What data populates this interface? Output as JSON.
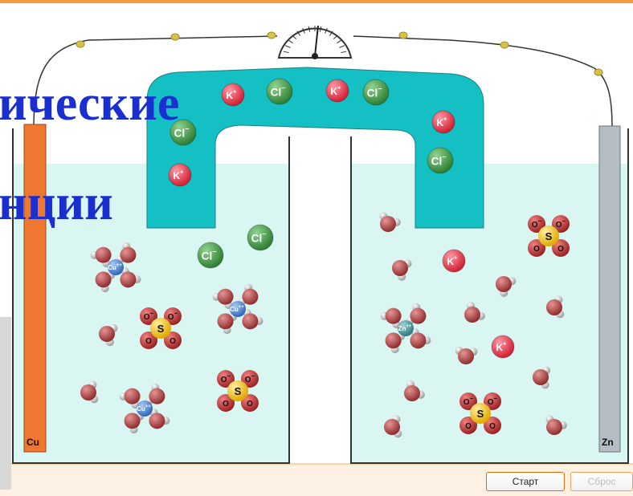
{
  "overlay": {
    "line1": "ические",
    "line2": "нции"
  },
  "electrodes": {
    "left": "Cu",
    "right": "Zn"
  },
  "ions": {
    "cl": "Cl",
    "k": "K",
    "cu": "Cu",
    "zn": "Zn",
    "s": "S",
    "o": "O",
    "minus": "−",
    "plus": "+",
    "plusplus": "++"
  },
  "buttons": {
    "start": "Старт",
    "reset": "Сброс"
  },
  "colors": {
    "bridge": "#15c0c4",
    "solution": "#d9f6f2",
    "copper": "#f0772f",
    "zinc": "#b4bcc4",
    "chloride": "#3f9c44",
    "potassium": "#e8324a",
    "sulfur": "#f2c21c",
    "oxygen": "#c0392b",
    "cu_ion": "#4a86d4",
    "zn_ion": "#4a9aa0",
    "water": "#b34848",
    "title": "#1a2fd0"
  }
}
